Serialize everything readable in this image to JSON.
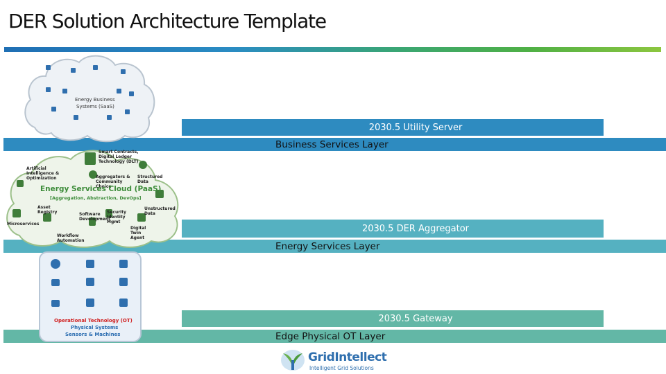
{
  "title": "DER Solution Architecture Template",
  "layers": [
    {
      "band": "2030.5 Utility Server",
      "layer": "Business Services Layer"
    },
    {
      "band": "2030.5 DER Aggregator",
      "layer": "Energy Services Layer"
    },
    {
      "band": "2030.5 Gateway",
      "layer": "Edge Physical OT Layer"
    }
  ],
  "illustrations": {
    "saas": {
      "label_line1": "Energy Business",
      "label_line2": "Systems (SaaS)"
    },
    "paas": {
      "label": "Energy Services Cloud (PaaS)",
      "sublabel": "[Aggregation, Abstraction, DevOps]",
      "items": [
        "Artificial Intelligence & Optimization",
        "Smart Contracts, Digital Ledger Technology (DLT)",
        "Aggregators & Community Choice",
        "Structured Data",
        "Asset Registry",
        "Software Development",
        "Security Identity Mgmt",
        "Unstructured Data",
        "Microservices",
        "Workflow Automation",
        "Digital Twin Agent"
      ]
    },
    "ot": {
      "label": "Operational Technology (OT)",
      "sublabel1": "Physical Systems",
      "sublabel2": "Sensors & Machines"
    }
  },
  "logo": {
    "name": "GridIntellect",
    "tagline": "Intelligent Grid Solutions"
  }
}
